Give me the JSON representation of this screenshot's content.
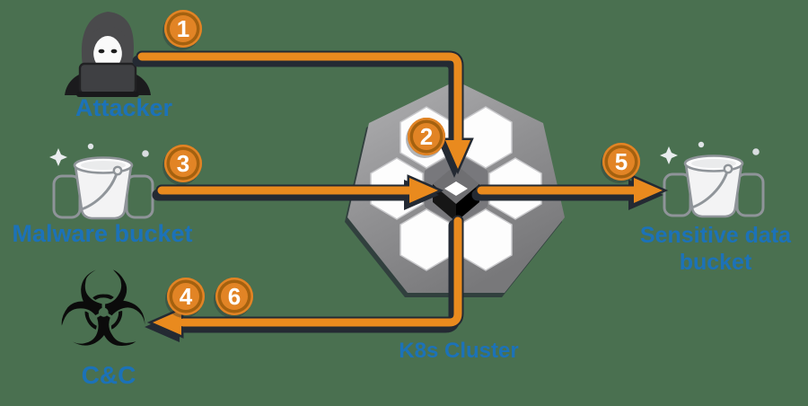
{
  "diagram": {
    "nodes": {
      "attacker": {
        "label": "Attacker"
      },
      "malware_bucket": {
        "label": "Malware bucket"
      },
      "k8s_cluster": {
        "label": "K8s Cluster"
      },
      "sensitive_bucket": {
        "label_line1": "Sensitive data",
        "label_line2": "bucket"
      },
      "cnc": {
        "label": "C&C",
        "icon": "☣"
      }
    },
    "steps": [
      {
        "number": "1"
      },
      {
        "number": "2"
      },
      {
        "number": "3"
      },
      {
        "number": "4"
      },
      {
        "number": "5"
      },
      {
        "number": "6"
      }
    ],
    "colors": {
      "background": "#4A7050",
      "arrow_orange": "#E98A1E",
      "arrow_shadow": "#242A33",
      "label_blue": "#1C72B8",
      "badge_fill": "#E28425",
      "badge_ring": "#A4610F",
      "cluster_gray_light": "#AFAFB1",
      "cluster_gray_dark": "#7C7C7E",
      "hexagon_white": "#FDFDFD",
      "cube_black": "#0A0A0A"
    }
  }
}
